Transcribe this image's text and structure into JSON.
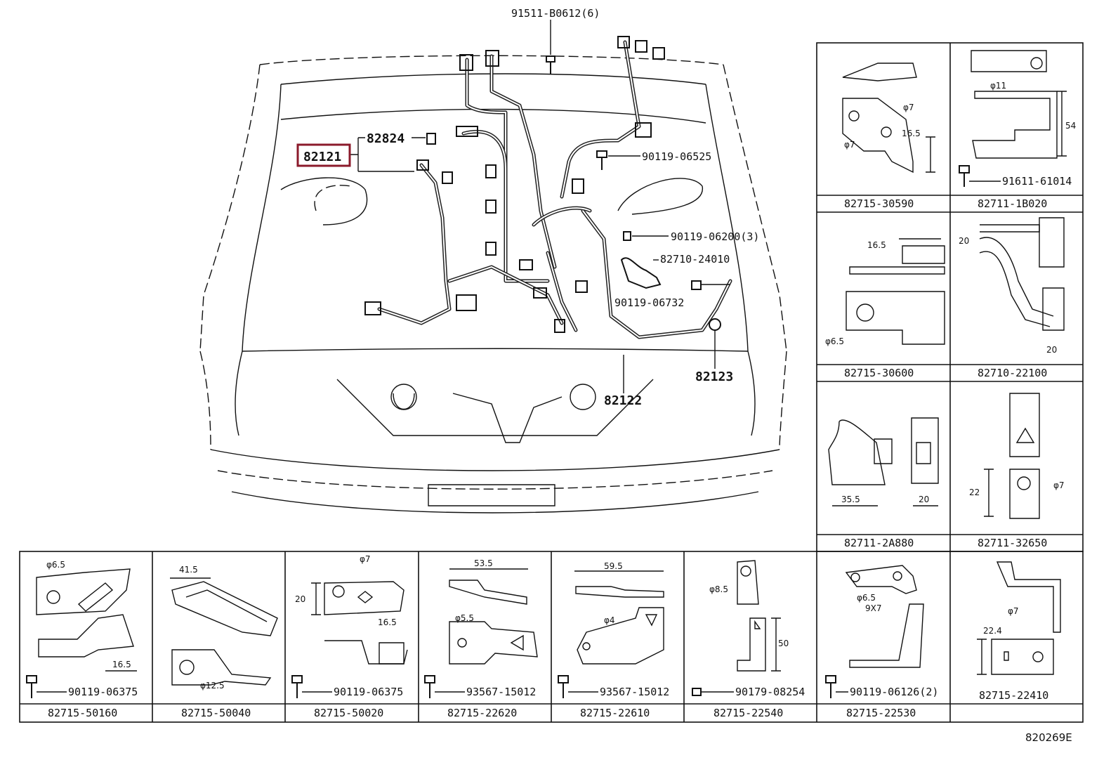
{
  "main_diagram": {
    "callouts": [
      {
        "id": "top_bolt",
        "label": "91511-B0612(6)"
      },
      {
        "id": "harness_main",
        "label": "82121",
        "highlighted": true
      },
      {
        "id": "clip",
        "label": "82824"
      },
      {
        "id": "bolt_a",
        "label": "90119-06525"
      },
      {
        "id": "bolt_b",
        "label": "90119-06200(3)"
      },
      {
        "id": "bracket",
        "label": "82710-24010"
      },
      {
        "id": "bolt_c",
        "label": "90119-06732"
      },
      {
        "id": "harness_b",
        "label": "82123"
      },
      {
        "id": "harness_c",
        "label": "82122"
      }
    ]
  },
  "right_panels": [
    {
      "id": "p1",
      "caption": "82715-30590",
      "dims": [
        "φ7",
        "φ7",
        "16.5"
      ],
      "fastener": ""
    },
    {
      "id": "p2",
      "caption": "82711-1B020",
      "dims": [
        "φ11",
        "54"
      ],
      "fastener": "91611-61014"
    },
    {
      "id": "p3",
      "caption": "82715-30600",
      "dims": [
        "16.5",
        "φ6.5"
      ],
      "fastener": ""
    },
    {
      "id": "p4",
      "caption": "82710-22100",
      "dims": [
        "20",
        "20"
      ],
      "fastener": ""
    },
    {
      "id": "p5",
      "caption": "82711-2A880",
      "dims": [
        "35.5",
        "20"
      ],
      "fastener": ""
    },
    {
      "id": "p6",
      "caption": "82711-32650",
      "dims": [
        "22",
        "φ7"
      ],
      "fastener": ""
    }
  ],
  "bottom_panels": [
    {
      "id": "b1",
      "caption": "82715-50160",
      "dims": [
        "φ6.5",
        "16.5"
      ],
      "fastener": "90119-06375"
    },
    {
      "id": "b2",
      "caption": "82715-50040",
      "dims": [
        "41.5",
        "φ12.5"
      ],
      "fastener": ""
    },
    {
      "id": "b3",
      "caption": "82715-50020",
      "dims": [
        "φ7",
        "20",
        "16.5"
      ],
      "fastener": "90119-06375"
    },
    {
      "id": "b4",
      "caption": "82715-22620",
      "dims": [
        "53.5",
        "φ5.5"
      ],
      "fastener": "93567-15012"
    },
    {
      "id": "b5",
      "caption": "82715-22610",
      "dims": [
        "59.5",
        "φ4"
      ],
      "fastener": "93567-15012"
    },
    {
      "id": "b6",
      "caption": "82715-22540",
      "dims": [
        "φ8.5",
        "50"
      ],
      "fastener": "90179-08254"
    },
    {
      "id": "b7",
      "caption": "82715-22530",
      "dims": [
        "φ6.5",
        "9X7"
      ],
      "fastener": "90119-06126(2)"
    },
    {
      "id": "b8",
      "caption": "82715-22410",
      "dims": [
        "φ7",
        "22.4"
      ],
      "fastener": ""
    }
  ],
  "figure_code": "820269E"
}
